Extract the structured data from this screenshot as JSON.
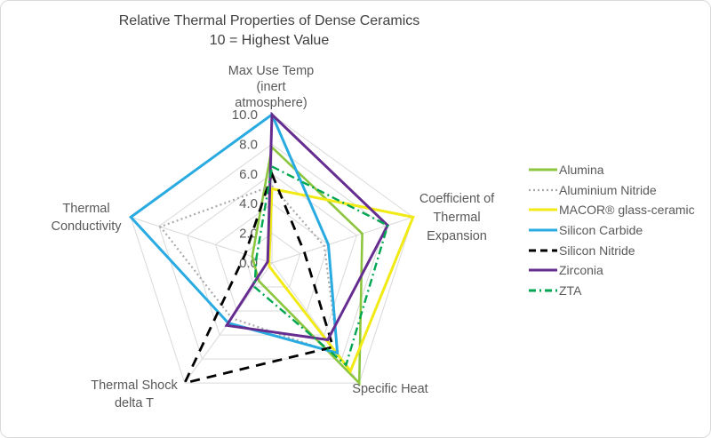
{
  "title": {
    "line1": "Relative Thermal Properties of Dense Ceramics",
    "line2": "10 = Highest Value"
  },
  "chart_data": {
    "type": "radar",
    "title": "Relative Thermal Properties of Dense Ceramics",
    "subtitle": "10 = Highest Value",
    "categories": [
      "Max Use Temp (inert atmosphere)",
      "Coefficient of Thermal Expansion",
      "Specific Heat",
      "Thermal Shock delta T",
      "Thermal Conductivity"
    ],
    "category_label_lines": [
      [
        "Max Use Temp",
        "(inert",
        "atmosphere)"
      ],
      [
        "Coefficient of",
        "Thermal",
        "Expansion"
      ],
      [
        "Specific Heat"
      ],
      [
        "Thermal Shock",
        "delta T"
      ],
      [
        "Thermal",
        "Conductivity"
      ]
    ],
    "axis": {
      "min": 0,
      "max": 10,
      "tick_interval": 2,
      "tick_labels": [
        "0.0",
        "2.0",
        "4.0",
        "6.0",
        "8.0",
        "10.0"
      ]
    },
    "grid": true,
    "legend_position": "right",
    "series": [
      {
        "name": "Alumina",
        "color": "#8cc63f",
        "line_style": "solid",
        "values": [
          7.8,
          6.4,
          10,
          1.5,
          1.4
        ]
      },
      {
        "name": "Aluminium Nitride",
        "color": "#a9a9a9",
        "line_style": "dotted",
        "values": [
          5.2,
          3.7,
          7.6,
          4.6,
          7.9
        ]
      },
      {
        "name": "MACOR® glass-ceramic",
        "color": "#f2ea15",
        "line_style": "solid",
        "values": [
          5.0,
          10,
          9.0,
          0.3,
          0.2
        ]
      },
      {
        "name": "Silicon Carbide",
        "color": "#29abe2",
        "line_style": "solid",
        "values": [
          10,
          4.0,
          7.5,
          5.0,
          10
        ]
      },
      {
        "name": "Silicon Nitride",
        "color": "#000000",
        "line_style": "dashed",
        "values": [
          6.0,
          2.3,
          7.0,
          10,
          1.9
        ]
      },
      {
        "name": "Zirconia",
        "color": "#662d91",
        "line_style": "solid",
        "values": [
          10,
          8.2,
          6.4,
          5.2,
          0.3
        ]
      },
      {
        "name": "ZTA",
        "color": "#00a651",
        "line_style": "dashdot",
        "values": [
          6.5,
          8.2,
          8.5,
          2.0,
          1.1
        ]
      }
    ],
    "colors": {
      "grid": "#d9d9d9",
      "tick_text": "#595959",
      "axis_text": "#595959",
      "title_text": "#404040"
    }
  }
}
